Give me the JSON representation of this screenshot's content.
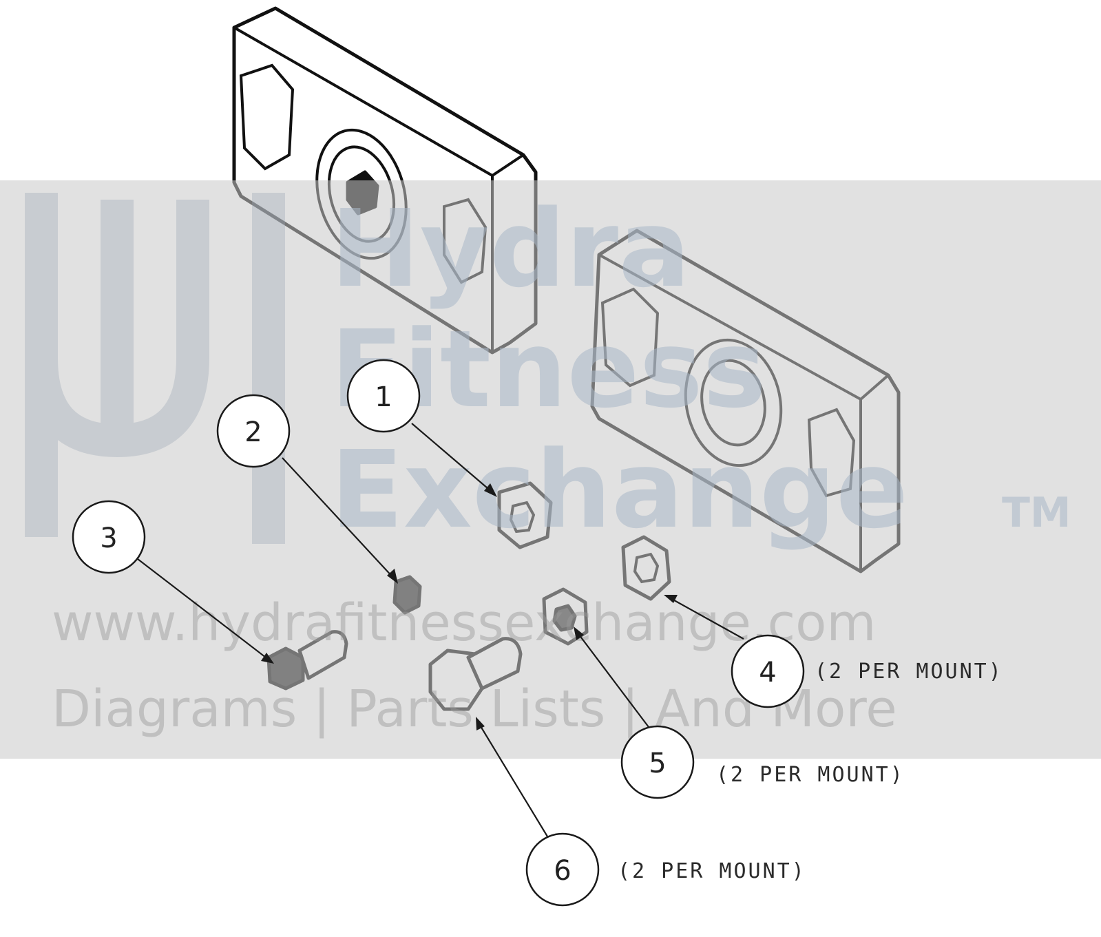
{
  "diagram": {
    "callouts": [
      {
        "number": "1",
        "note": ""
      },
      {
        "number": "2",
        "note": ""
      },
      {
        "number": "3",
        "note": ""
      },
      {
        "number": "4",
        "note": "(2 PER MOUNT)"
      },
      {
        "number": "5",
        "note": "(2 PER MOUNT)"
      },
      {
        "number": "6",
        "note": "(2 PER MOUNT)"
      }
    ]
  },
  "watermark": {
    "brand_lines": [
      "Hydra",
      "Fitness",
      "Exchange"
    ],
    "trademark": "TM",
    "url": "www.hydrafitnessexchange.com",
    "tagline": "Diagrams | Parts Lists | And More",
    "colors": {
      "band": "#c9c9c9",
      "brand": "#a9b8c8"
    }
  }
}
